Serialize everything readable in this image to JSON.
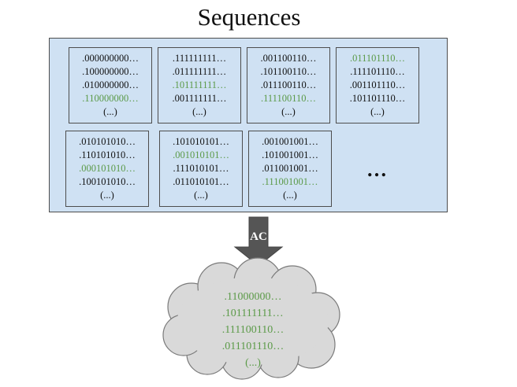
{
  "title": "Sequences",
  "colors": {
    "panel": "#cfe1f3",
    "green": "#5b9a48",
    "arrow": "#555555",
    "cloud": "#d9d9d9"
  },
  "boxes": [
    {
      "lines": [
        ".000000000…",
        ".100000000…",
        ".010000000…",
        ".110000000…",
        "(...)"
      ],
      "green": [
        3
      ]
    },
    {
      "lines": [
        ".111111111…",
        ".011111111…",
        ".101111111…",
        ".001111111…",
        "(...)"
      ],
      "green": [
        2
      ]
    },
    {
      "lines": [
        ".001100110…",
        ".101100110…",
        ".011100110…",
        ".111100110…",
        "(...)"
      ],
      "green": [
        3
      ]
    },
    {
      "lines": [
        ".011101110…",
        ".111101110…",
        ".001101110…",
        ".101101110…",
        "(...)"
      ],
      "green": [
        0
      ]
    },
    {
      "lines": [
        ".010101010…",
        ".110101010…",
        ".000101010…",
        ".100101010…",
        "(...)"
      ],
      "green": [
        2
      ]
    },
    {
      "lines": [
        ".101010101…",
        ".001010101…",
        ".111010101…",
        ".011010101…",
        "(...)"
      ],
      "green": [
        1
      ]
    },
    {
      "lines": [
        ".001001001…",
        ".101001001…",
        ".011001001…",
        ".111001001…",
        "(...)"
      ],
      "green": [
        3
      ]
    }
  ],
  "more": "…",
  "arrow_label": "AC",
  "cloud": {
    "lines": [
      ".11000000…",
      ".101111111…",
      ".111100110…",
      ".011101110…",
      "(...)"
    ]
  }
}
